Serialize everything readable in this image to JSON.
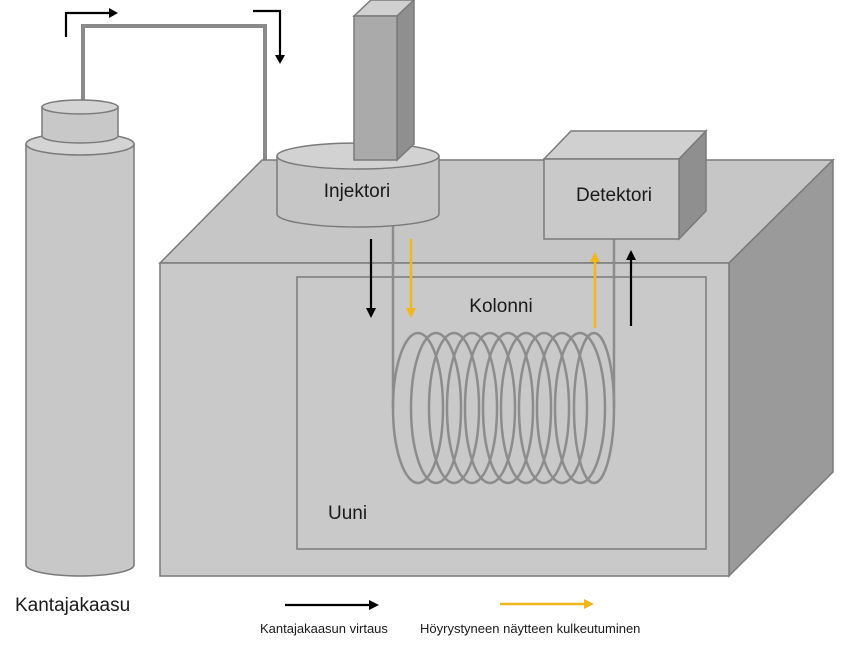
{
  "labels": {
    "carrier_gas": "Kantajakaasu",
    "injector": "Injektori",
    "detector": "Detektori",
    "column": "Kolonni",
    "oven": "Uuni"
  },
  "legend": {
    "carrier_flow": "Kantajakaasun virtaus",
    "sample_flow": "Höyrystyneen näytteen kulkeutuminen"
  },
  "colors": {
    "carrier_flow_arrow": "#000000",
    "sample_flow_arrow": "#f2b71b",
    "body_gray": "#c8c8c8",
    "dark_gray": "#9a9a9a",
    "outline": "#7a7a7a",
    "coil": "#8c8c8c"
  },
  "icons": {
    "carrier_flow_arrow": "black-arrow-right-icon",
    "sample_flow_arrow": "yellow-arrow-right-icon"
  }
}
